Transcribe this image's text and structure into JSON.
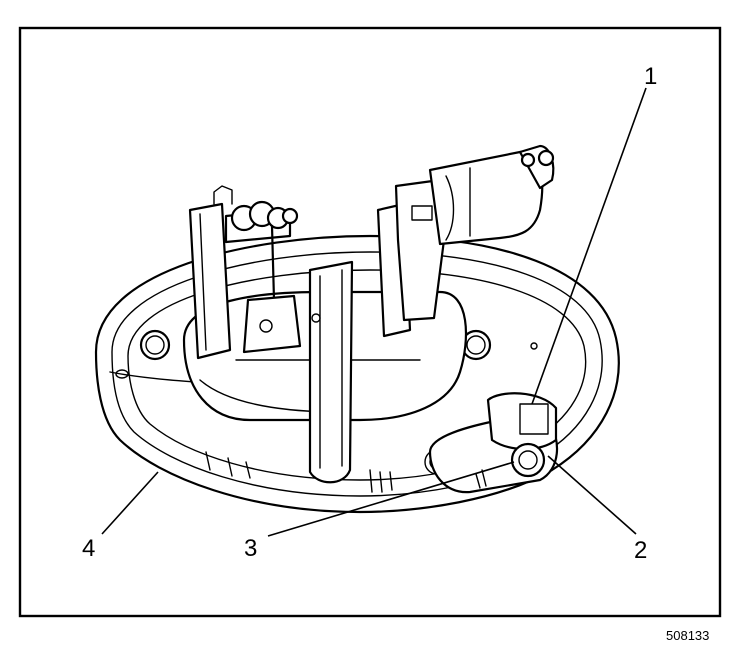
{
  "figure": {
    "figure_number": "508133",
    "callouts": [
      {
        "id": "callout-1",
        "label": "1"
      },
      {
        "id": "callout-2",
        "label": "2"
      },
      {
        "id": "callout-3",
        "label": "3"
      },
      {
        "id": "callout-4",
        "label": "4"
      }
    ]
  }
}
